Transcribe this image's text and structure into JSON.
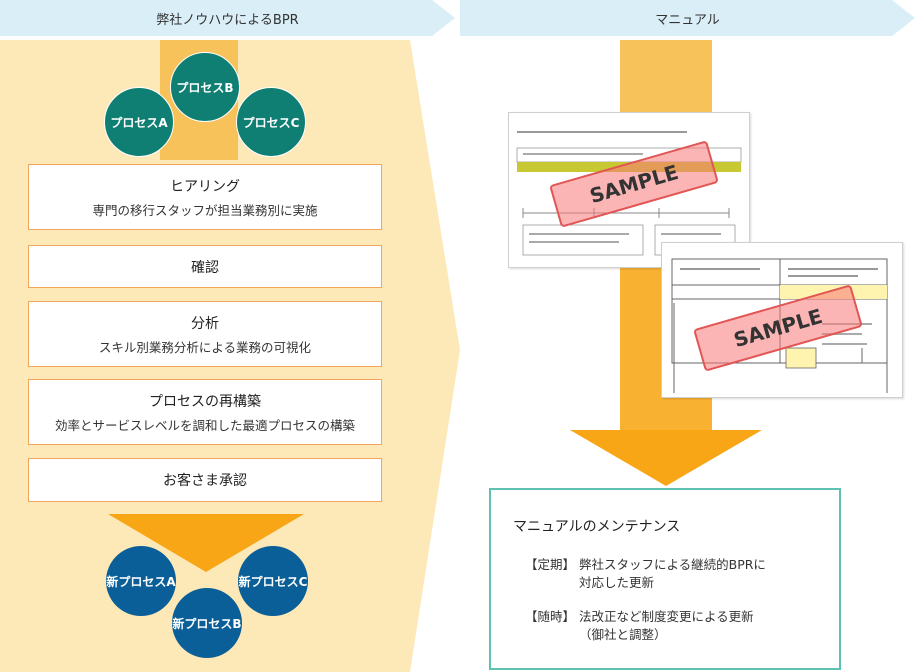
{
  "headers": {
    "left": "弊社ノウハウによるBPR",
    "right": "マニュアル"
  },
  "top_processes": [
    "プロセスB",
    "プロセスA",
    "プロセスC"
  ],
  "steps": [
    {
      "title": "ヒアリング",
      "subtitle": "専門の移行スタッフが担当業務別に実施"
    },
    {
      "title": "確認"
    },
    {
      "title": "分析",
      "subtitle": "スキル別業務分析による業務の可視化"
    },
    {
      "title": "プロセスの再構築",
      "subtitle": "効率とサービスレベルを調和した最適プロセスの構築"
    },
    {
      "title": "お客さま承認"
    }
  ],
  "new_processes": [
    "新プロセスA",
    "新プロセスC",
    "新プロセスB"
  ],
  "samples": [
    "SAMPLE",
    "SAMPLE"
  ],
  "maintenance": {
    "title": "マニュアルのメンテナンス",
    "items": [
      {
        "key": "【定期】",
        "lines": [
          "弊社スタッフによる継続的BPRに",
          "対応した更新"
        ]
      },
      {
        "key": "【随時】",
        "lines": [
          "法改正など制度変更による更新",
          "（御社と調整）"
        ]
      }
    ]
  },
  "colors": {
    "left_bg": "#fde9b8",
    "arrow": "#f8a516",
    "teal": "#0f7f73",
    "blue": "#0a5f98",
    "header": "#d9eef7",
    "box_border": "#5ec1b1"
  }
}
